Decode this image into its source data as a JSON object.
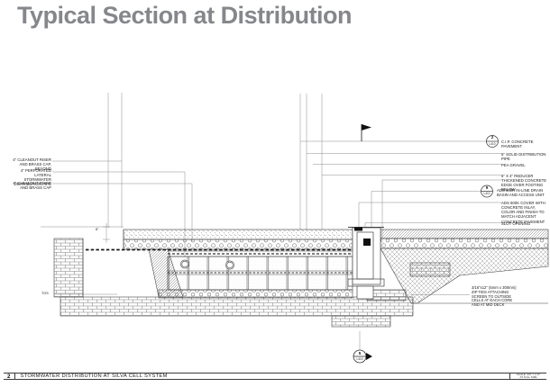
{
  "page": {
    "title": "Typical Section at Distribution"
  },
  "drawing": {
    "left_labels": [
      {
        "text": "4\" CLEANOUT RISER AND BRASS CAP, BEYOND"
      },
      {
        "text": "4\" PERFORATED LATERAL STORMWATER DISTRIBUTION PIPE"
      },
      {
        "text": "4\" CLEANOUT RISER AND BRASS CAP"
      }
    ],
    "right_labels": [
      {
        "text": "C.I.P. CONCRETE PAVEMENT",
        "callout": {
          "number": "2",
          "sheet": "L410"
        }
      },
      {
        "text": "6\" SOLID DISTRIBUTION PIPE"
      },
      {
        "text": "PEA GRAVEL"
      },
      {
        "text": "6\" X 4\" REDUCER"
      },
      {
        "text": "THICKENED CONCRETE EDGE OVER FOOTING BELOW"
      },
      {
        "text": "ADS 600K IN-LINE DRAIN BASIN AND ACCESS UNIT",
        "callout": {
          "number": "9",
          "sheet": "L410"
        }
      },
      {
        "text": "ADS 600K COVER WITH CONCRETE INLAY, COLOR AND FINISH TO MATCH ADJACENT CONCRETE PAVEMENT"
      },
      {
        "text": "SLOT OPENING"
      }
    ],
    "note_bottom_right": "3/16\"x12\" (5mm x 300mm) ZIP TIES ATTACHING SCREEN TO OUTSIDE CELLS AT EACH CORE AND AT MID DECK",
    "dimension_label": "8\"",
    "elevation_label": "TOS",
    "section_marker": {
      "number": "5",
      "sheet": "L410"
    }
  },
  "titlebar": {
    "detail_number": "2",
    "detail_title": "STORMWATER DISTRIBUTION AT SILVA CELL SYSTEM",
    "scale_line1": "SCALE: 3/4\" = 1'-0\"",
    "scale_line2": "AT FULL SIZE"
  },
  "colors": {
    "title_gray": "#85878b",
    "line_dark": "#3a3a3a",
    "leader_gray": "#808080"
  }
}
